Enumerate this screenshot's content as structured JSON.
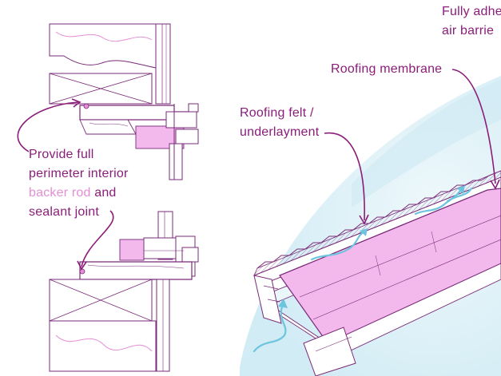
{
  "colors": {
    "magenta": "#8b1d7a",
    "pink_label": "#e58ed6",
    "insulation_fill": "#f3b8ec",
    "sky_blue": "#d8eff7",
    "airflow_blue": "#6cc4de",
    "line_purple": "#7a2b78"
  },
  "labels": {
    "fully_adhered_line1": "Fully adhe",
    "fully_adhered_line2": "air barrie",
    "roofing_membrane": "Roofing membrane",
    "roofing_felt_line1": "Roofing felt /",
    "roofing_felt_line2": "underlayment",
    "provide_line1": "Provide full",
    "provide_line2": "perimeter interior",
    "provide_line3_part1": "backer rod",
    "provide_line3_part2": " and",
    "provide_line4": "sealant joint"
  }
}
